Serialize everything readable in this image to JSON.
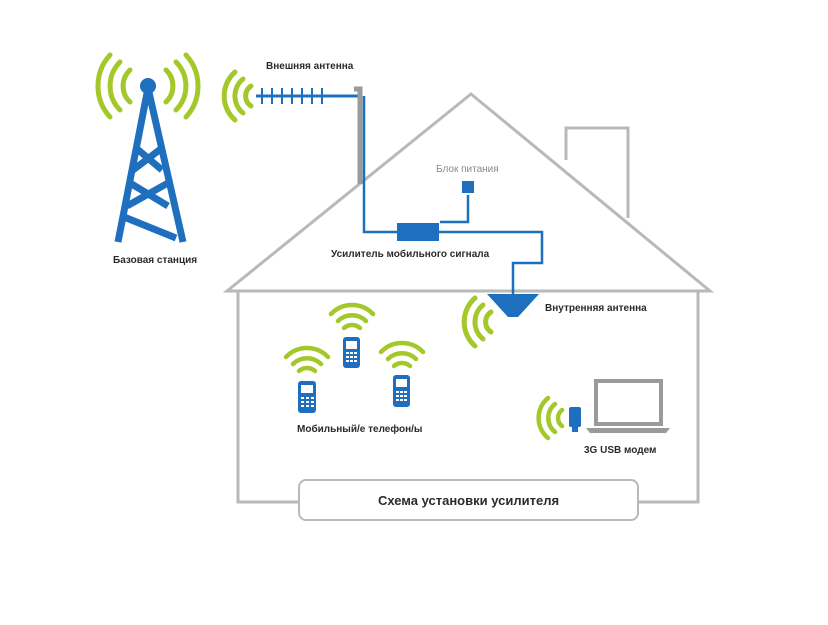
{
  "labels": {
    "external_antenna": "Внешняя антенна",
    "power_unit": "Блок питания",
    "base_station": "Базовая станция",
    "amplifier": "Усилитель мобильного сигнала",
    "internal_antenna": "Внутренняя антенна",
    "phones": "Мобильный/е телефон/ы",
    "usb_modem": "3G USB модем"
  },
  "caption": "Схема установки усилителя",
  "colors": {
    "wall": "#b9b9b9",
    "blue": "#1f6fbf",
    "signal": "#a3c82a",
    "text": "#2b2b2b"
  },
  "icons": [
    "tower-icon",
    "yagi-antenna-icon",
    "amplifier-icon",
    "power-unit-icon",
    "indoor-antenna-icon",
    "phone-icon",
    "laptop-icon",
    "usb-modem-icon",
    "signal-waves-icon"
  ]
}
